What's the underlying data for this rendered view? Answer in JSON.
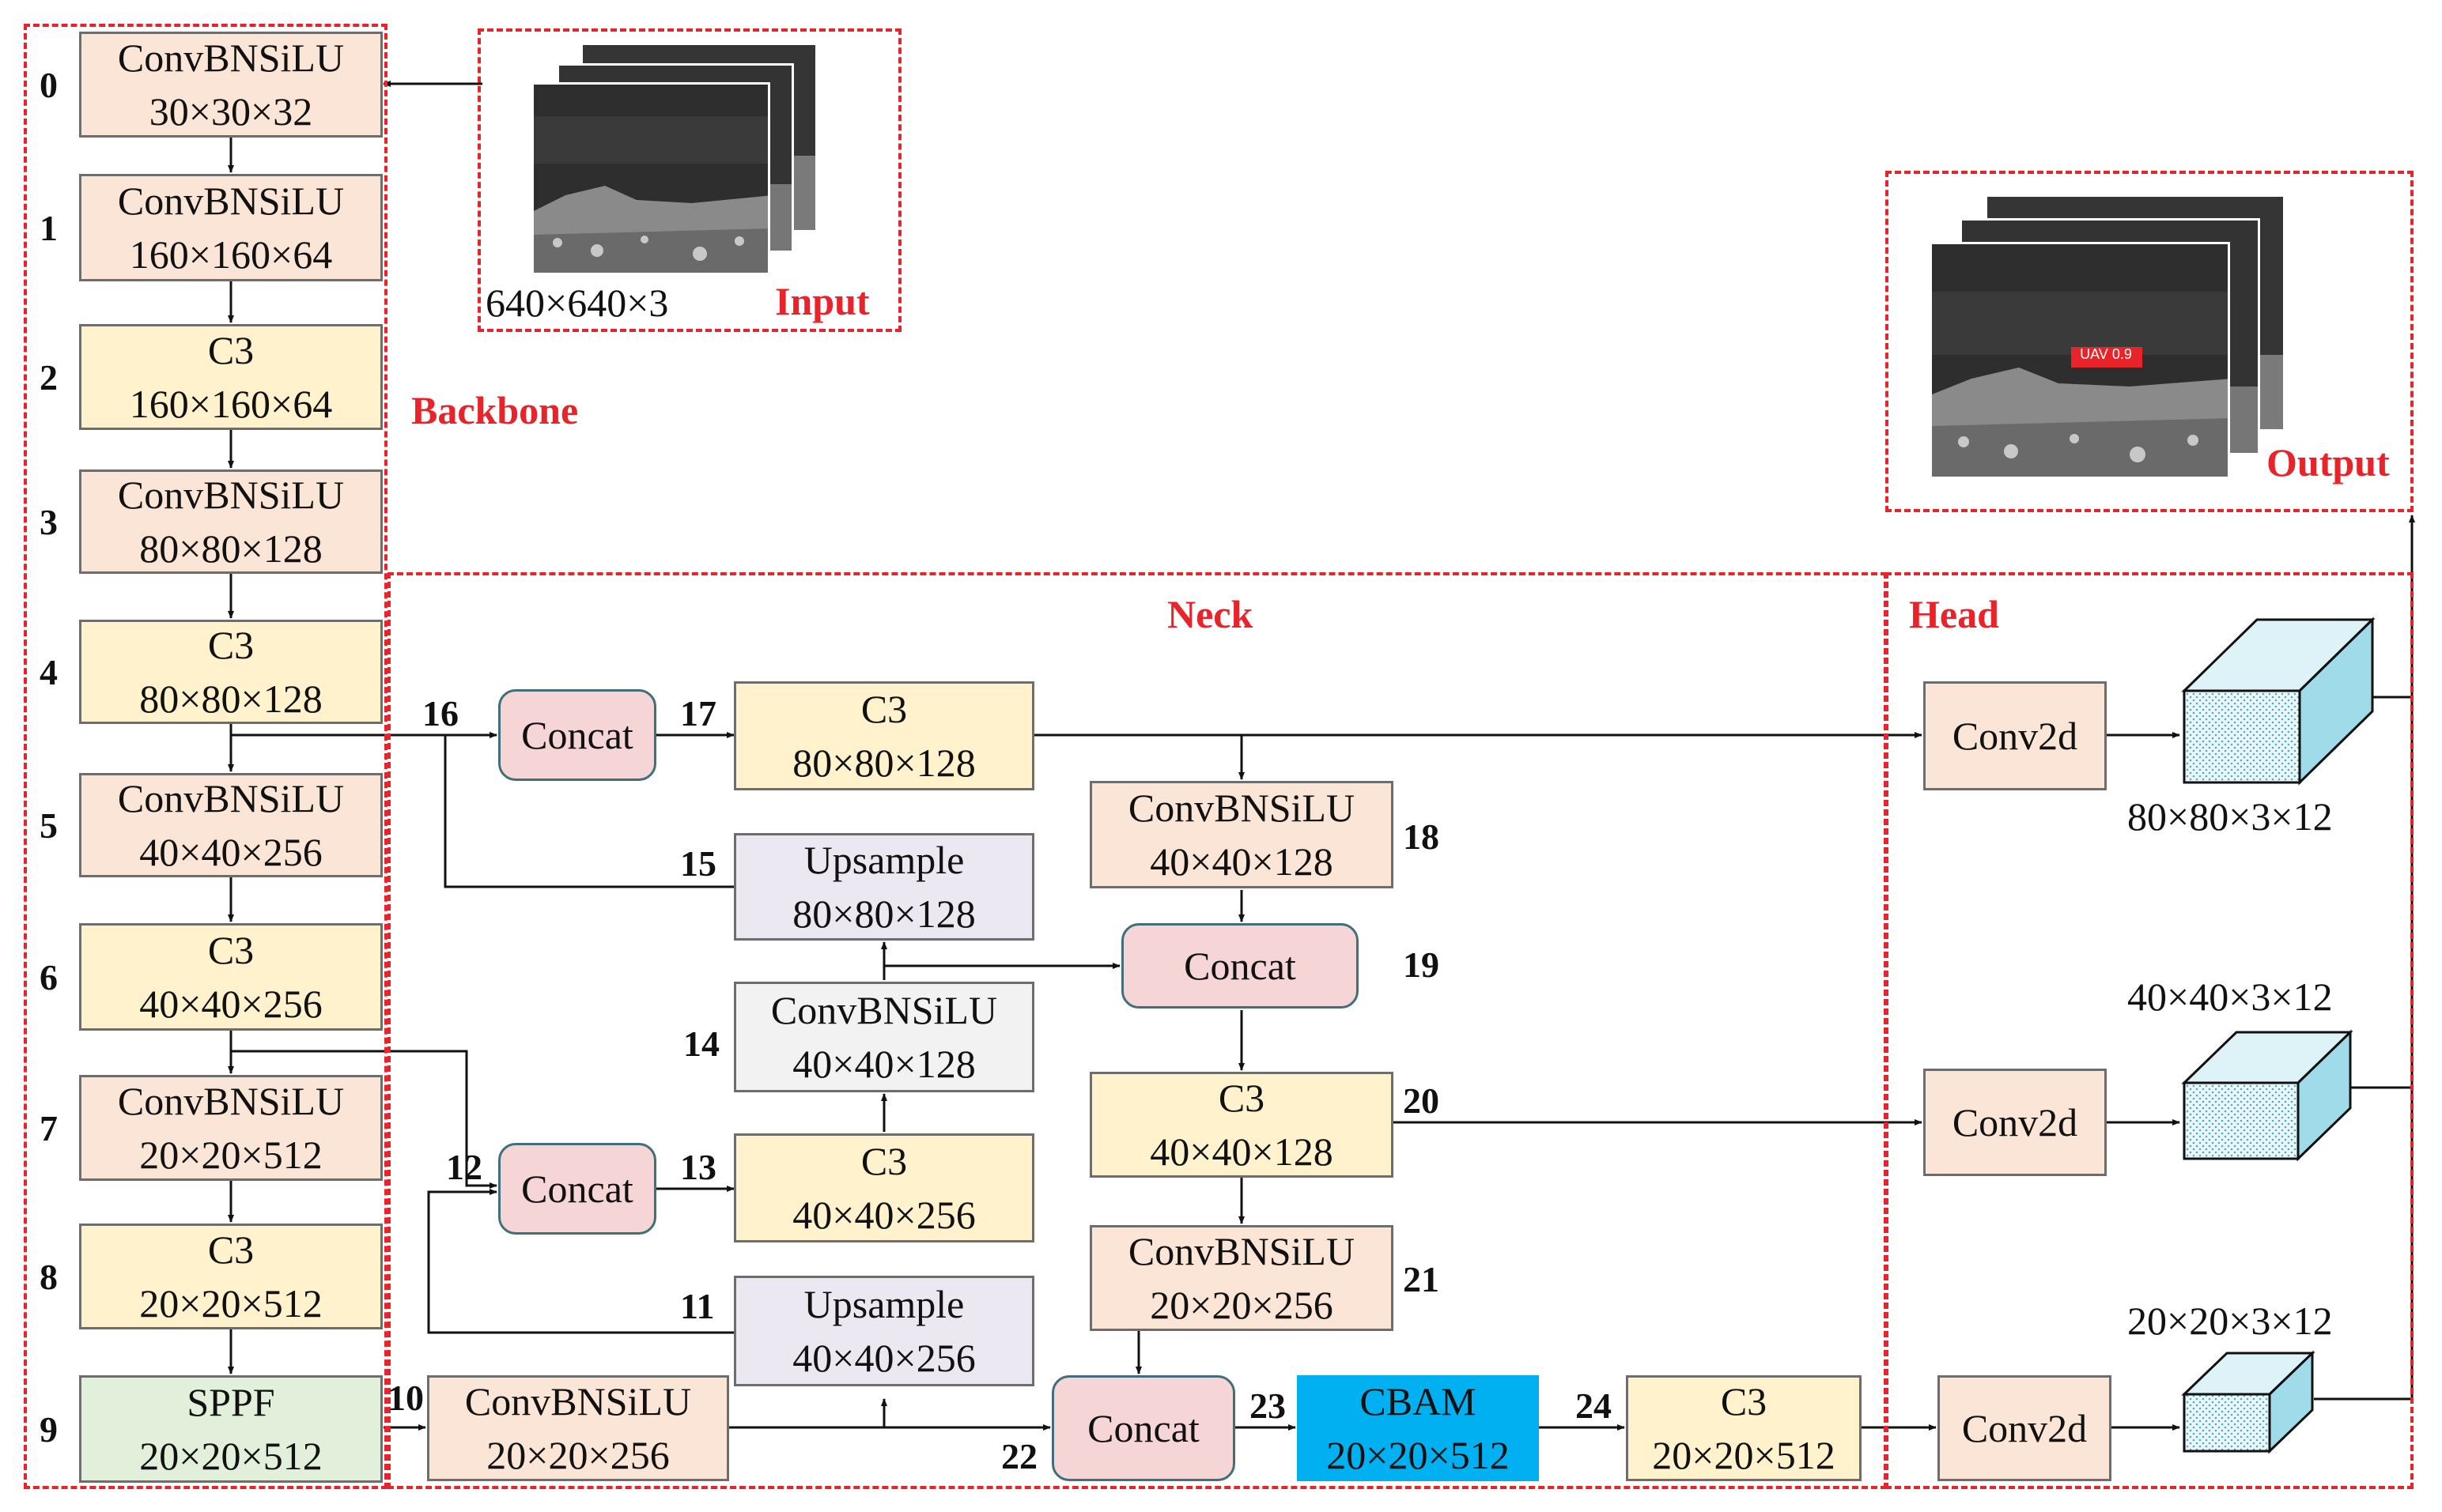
{
  "sections": {
    "backbone": "Backbone",
    "neck": "Neck",
    "head": "Head",
    "input": "Input",
    "output": "Output"
  },
  "input_dims": "640×640×3",
  "detection_label": "UAV 0.9",
  "backbone": [
    {
      "idx": "0",
      "name": "ConvBNSiLU",
      "dims": "30×30×32"
    },
    {
      "idx": "1",
      "name": "ConvBNSiLU",
      "dims": "160×160×64"
    },
    {
      "idx": "2",
      "name": "C3",
      "dims": "160×160×64"
    },
    {
      "idx": "3",
      "name": "ConvBNSiLU",
      "dims": "80×80×128"
    },
    {
      "idx": "4",
      "name": "C3",
      "dims": "80×80×128"
    },
    {
      "idx": "5",
      "name": "ConvBNSiLU",
      "dims": "40×40×256"
    },
    {
      "idx": "6",
      "name": "C3",
      "dims": "40×40×256"
    },
    {
      "idx": "7",
      "name": "ConvBNSiLU",
      "dims": "20×20×512"
    },
    {
      "idx": "8",
      "name": "C3",
      "dims": "20×20×512"
    },
    {
      "idx": "9",
      "name": "SPPF",
      "dims": "20×20×512"
    }
  ],
  "neck": {
    "n10": {
      "idx": "10",
      "name": "ConvBNSiLU",
      "dims": "20×20×256"
    },
    "n11": {
      "idx": "11",
      "name": "Upsample",
      "dims": "40×40×256"
    },
    "n12": {
      "idx": "12",
      "name": "Concat"
    },
    "n13": {
      "idx": "13",
      "name": "C3",
      "dims": "40×40×256"
    },
    "n14": {
      "idx": "14",
      "name": "ConvBNSiLU",
      "dims": "40×40×128"
    },
    "n15": {
      "idx": "15",
      "name": "Upsample",
      "dims": "80×80×128"
    },
    "n16": {
      "idx": "16",
      "name": "Concat"
    },
    "n17": {
      "idx": "17",
      "name": "C3",
      "dims": "80×80×128"
    },
    "n18": {
      "idx": "18",
      "name": "ConvBNSiLU",
      "dims": "40×40×128"
    },
    "n19": {
      "idx": "19",
      "name": "Concat"
    },
    "n20": {
      "idx": "20",
      "name": "C3",
      "dims": "40×40×128"
    },
    "n21": {
      "idx": "21",
      "name": "ConvBNSiLU",
      "dims": "20×20×256"
    },
    "n22": {
      "idx": "22",
      "name": "Concat"
    },
    "n23": {
      "idx": "23",
      "name": "CBAM",
      "dims": "20×20×512"
    },
    "n24": {
      "idx": "24",
      "name": "C3",
      "dims": "20×20×512"
    }
  },
  "head": [
    {
      "name": "Conv2d",
      "dims": "80×80×3×12"
    },
    {
      "name": "Conv2d",
      "dims": "40×40×3×12"
    },
    {
      "name": "Conv2d",
      "dims": "20×20×3×12"
    }
  ]
}
